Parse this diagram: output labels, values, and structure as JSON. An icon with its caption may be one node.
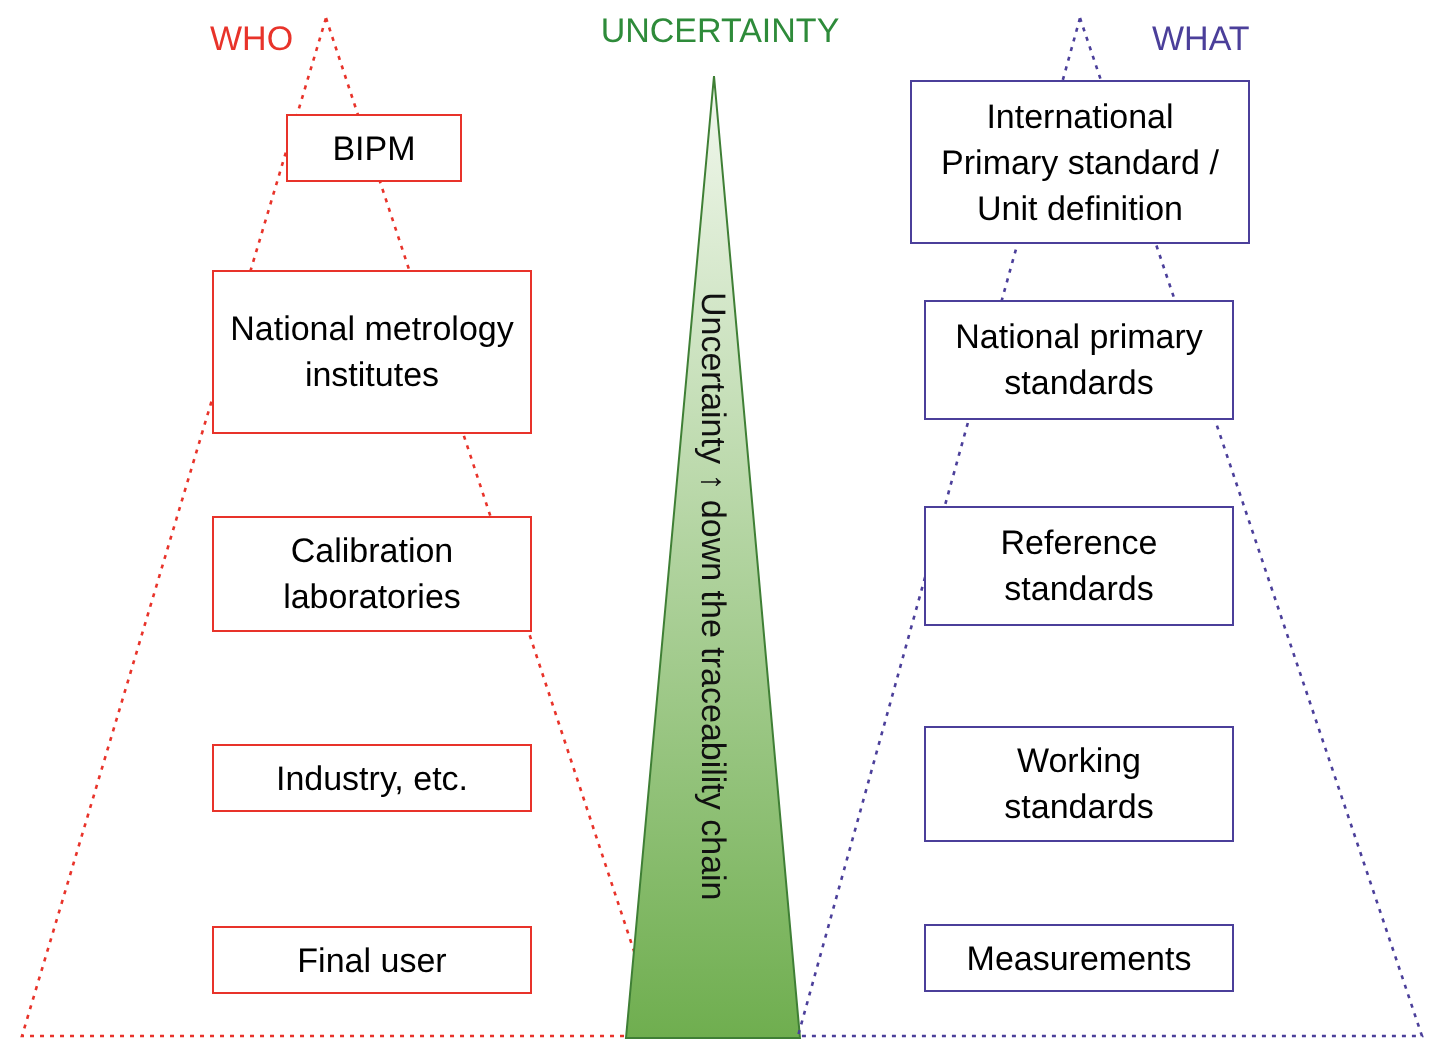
{
  "diagram": {
    "nodes": [
      {
        "text": [
          "WHO"
        ]
      },
      {
        "text": [
          "BIPM"
        ],
        "in": 0
      },
      {
        "text": [
          "National metrology institutes"
        ],
        "in": 0
      },
      {
        "text": [
          "Calibration laboratories"
        ],
        "in": 0
      },
      {
        "text": [
          "Industry, etc."
        ],
        "in": 0
      },
      {
        "text": [
          "Final user"
        ],
        "in": 0
      },
      {
        "text": [
          "UNCERTAINTY",
          "Uncertainty ↑ down the traceability chain"
        ]
      },
      {
        "text": [
          "WHAT"
        ]
      },
      {
        "text": [
          "International Primary standard / Unit definition"
        ],
        "in": 7
      },
      {
        "text": [
          "National primary standards"
        ],
        "in": 7
      },
      {
        "text": [
          "Reference standards"
        ],
        "in": 7
      },
      {
        "text": [
          "Working standards"
        ],
        "in": 7
      },
      {
        "text": [
          "Measurements"
        ],
        "in": 7
      }
    ],
    "edges": []
  }
}
